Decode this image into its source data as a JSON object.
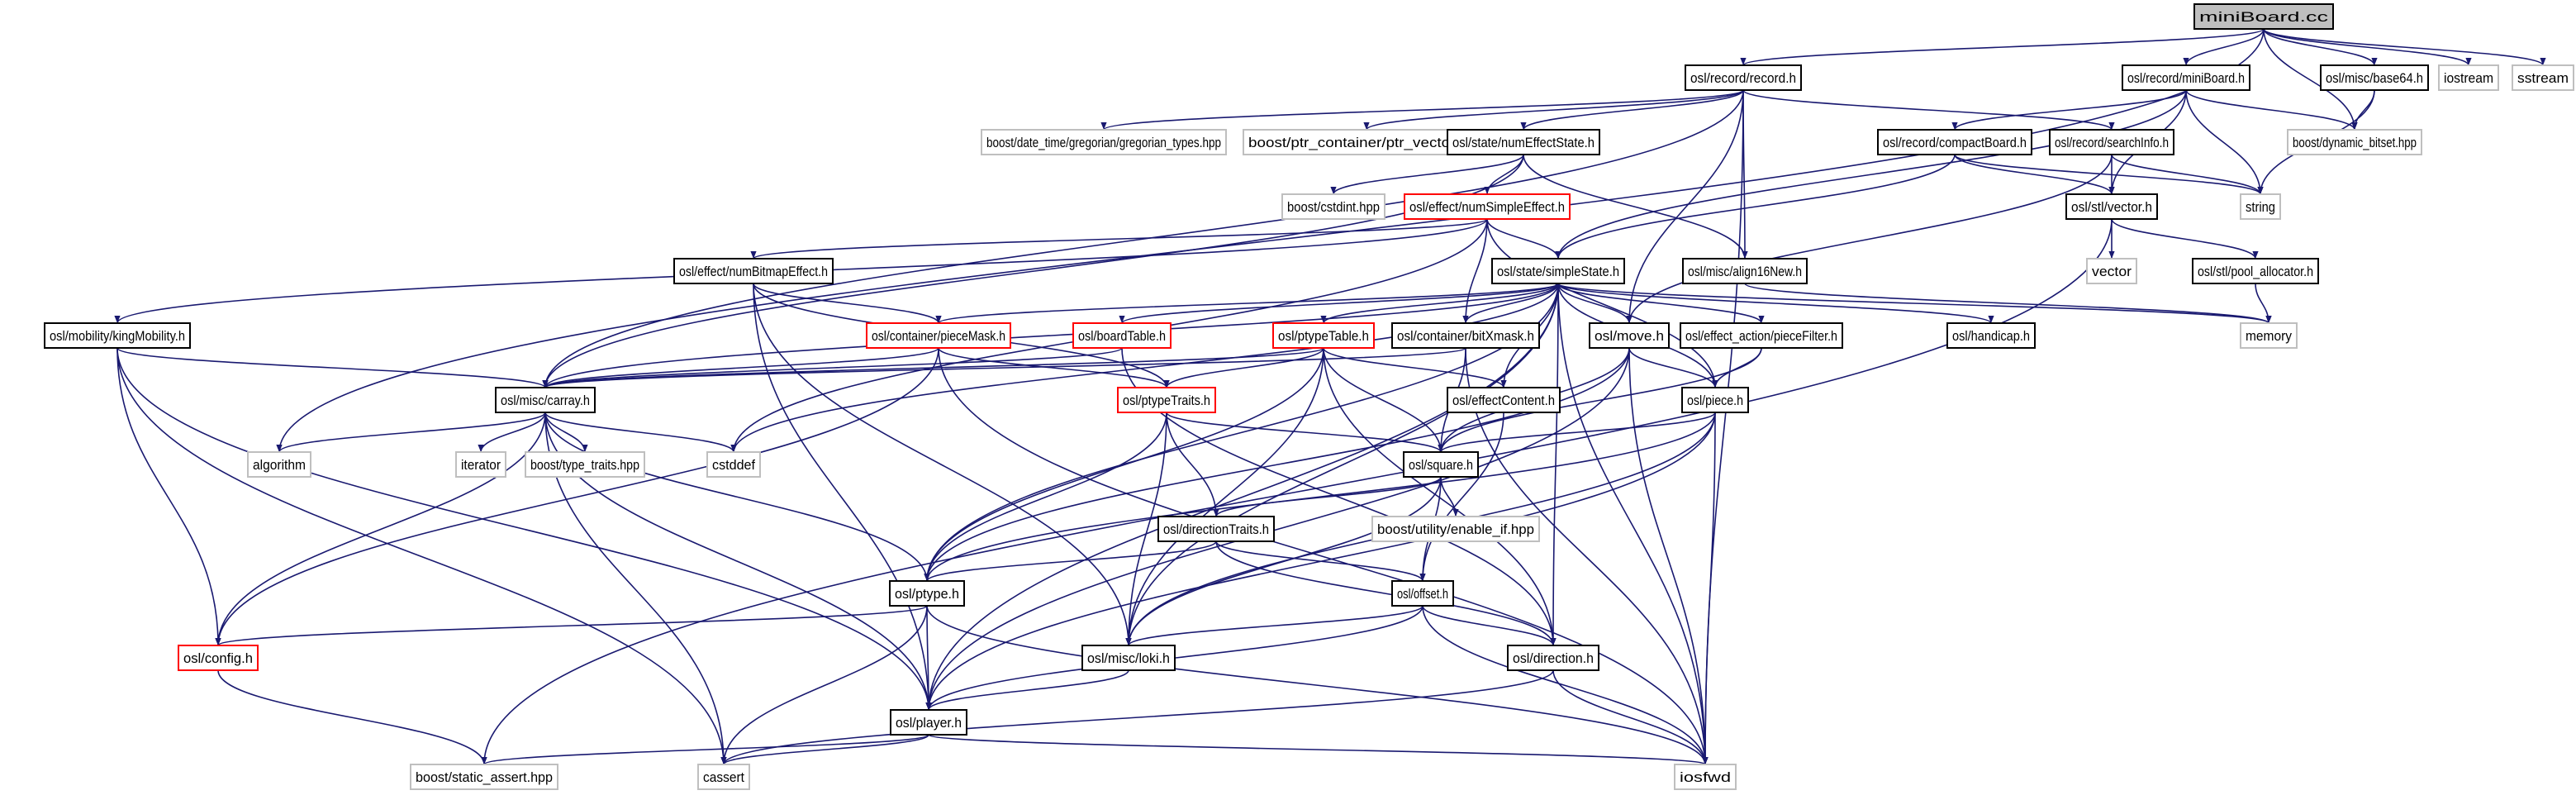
{
  "colors": {
    "edge": "#191970",
    "root_fill": "#bfbfbf",
    "internal_border": "#000000",
    "external_border": "#bfbfbf",
    "truncated_border": "#ff0000"
  },
  "nodes": [
    {
      "id": "root",
      "label": "miniBoard.cc",
      "kind": "root"
    },
    {
      "id": "record",
      "label": "osl/record/record.h",
      "kind": "internal"
    },
    {
      "id": "miniBoardh",
      "label": "osl/record/miniBoard.h",
      "kind": "internal"
    },
    {
      "id": "base64",
      "label": "osl/misc/base64.h",
      "kind": "internal"
    },
    {
      "id": "iostream",
      "label": "iostream",
      "kind": "external"
    },
    {
      "id": "sstream",
      "label": "sstream",
      "kind": "external"
    },
    {
      "id": "greg",
      "label": "boost/date_time/gregorian/gregorian_types.hpp",
      "kind": "external"
    },
    {
      "id": "ptrvec",
      "label": "boost/ptr_container/ptr_vector.hpp",
      "kind": "external"
    },
    {
      "id": "numEffectState",
      "label": "osl/state/numEffectState.h",
      "kind": "internal"
    },
    {
      "id": "compactBoard",
      "label": "osl/record/compactBoard.h",
      "kind": "internal"
    },
    {
      "id": "searchInfo",
      "label": "osl/record/searchInfo.h",
      "kind": "internal"
    },
    {
      "id": "dynbitset",
      "label": "boost/dynamic_bitset.hpp",
      "kind": "external"
    },
    {
      "id": "cstdint",
      "label": "boost/cstdint.hpp",
      "kind": "external"
    },
    {
      "id": "numSimpleEffect",
      "label": "osl/effect/numSimpleEffect.h",
      "kind": "truncated"
    },
    {
      "id": "vectorh",
      "label": "osl/stl/vector.h",
      "kind": "internal"
    },
    {
      "id": "string",
      "label": "string",
      "kind": "external"
    },
    {
      "id": "numBitmapEffect",
      "label": "osl/effect/numBitmapEffect.h",
      "kind": "internal"
    },
    {
      "id": "simpleState",
      "label": "osl/state/simpleState.h",
      "kind": "internal"
    },
    {
      "id": "align16New",
      "label": "osl/misc/align16New.h",
      "kind": "internal"
    },
    {
      "id": "vector",
      "label": "vector",
      "kind": "external"
    },
    {
      "id": "pool",
      "label": "osl/stl/pool_allocator.h",
      "kind": "internal"
    },
    {
      "id": "kingMobility",
      "label": "osl/mobility/kingMobility.h",
      "kind": "internal"
    },
    {
      "id": "pieceMask",
      "label": "osl/container/pieceMask.h",
      "kind": "truncated"
    },
    {
      "id": "boardTable",
      "label": "osl/boardTable.h",
      "kind": "truncated"
    },
    {
      "id": "ptypeTable",
      "label": "osl/ptypeTable.h",
      "kind": "truncated"
    },
    {
      "id": "bitXmask",
      "label": "osl/container/bitXmask.h",
      "kind": "internal"
    },
    {
      "id": "move",
      "label": "osl/move.h",
      "kind": "internal"
    },
    {
      "id": "pieceFilter",
      "label": "osl/effect_action/pieceFilter.h",
      "kind": "internal"
    },
    {
      "id": "handicap",
      "label": "osl/handicap.h",
      "kind": "internal"
    },
    {
      "id": "memory",
      "label": "memory",
      "kind": "external"
    },
    {
      "id": "carray",
      "label": "osl/misc/carray.h",
      "kind": "internal"
    },
    {
      "id": "ptypeTraits",
      "label": "osl/ptypeTraits.h",
      "kind": "truncated"
    },
    {
      "id": "effectContent",
      "label": "osl/effectContent.h",
      "kind": "internal"
    },
    {
      "id": "piece",
      "label": "osl/piece.h",
      "kind": "internal"
    },
    {
      "id": "algorithm",
      "label": "algorithm",
      "kind": "external"
    },
    {
      "id": "iterator",
      "label": "iterator",
      "kind": "external"
    },
    {
      "id": "typetraits",
      "label": "boost/type_traits.hpp",
      "kind": "external"
    },
    {
      "id": "cstddef",
      "label": "cstddef",
      "kind": "external"
    },
    {
      "id": "square",
      "label": "osl/square.h",
      "kind": "internal"
    },
    {
      "id": "enableif",
      "label": "boost/utility/enable_if.hpp",
      "kind": "external"
    },
    {
      "id": "directionTraits",
      "label": "osl/directionTraits.h",
      "kind": "internal"
    },
    {
      "id": "ptype",
      "label": "osl/ptype.h",
      "kind": "internal"
    },
    {
      "id": "offset",
      "label": "osl/offset.h",
      "kind": "internal"
    },
    {
      "id": "config",
      "label": "osl/config.h",
      "kind": "truncated"
    },
    {
      "id": "loki",
      "label": "osl/misc/loki.h",
      "kind": "internal"
    },
    {
      "id": "direction",
      "label": "osl/direction.h",
      "kind": "internal"
    },
    {
      "id": "player",
      "label": "osl/player.h",
      "kind": "internal"
    },
    {
      "id": "staticassert",
      "label": "boost/static_assert.hpp",
      "kind": "external"
    },
    {
      "id": "cassert",
      "label": "cassert",
      "kind": "external"
    },
    {
      "id": "iosfwd",
      "label": "iosfwd",
      "kind": "external"
    }
  ],
  "edges": [
    [
      "root",
      "record"
    ],
    [
      "root",
      "miniBoardh"
    ],
    [
      "root",
      "base64"
    ],
    [
      "root",
      "iostream"
    ],
    [
      "root",
      "sstream"
    ],
    [
      "root",
      "dynbitset"
    ],
    [
      "root",
      "algorithm"
    ],
    [
      "record",
      "greg"
    ],
    [
      "record",
      "ptrvec"
    ],
    [
      "record",
      "numEffectState"
    ],
    [
      "record",
      "searchInfo"
    ],
    [
      "record",
      "align16New"
    ],
    [
      "record",
      "iosfwd"
    ],
    [
      "record",
      "carray"
    ],
    [
      "record",
      "move"
    ],
    [
      "miniBoardh",
      "compactBoard"
    ],
    [
      "miniBoardh",
      "dynbitset"
    ],
    [
      "miniBoardh",
      "string"
    ],
    [
      "miniBoardh",
      "vectorh"
    ],
    [
      "miniBoardh",
      "simpleState"
    ],
    [
      "base64",
      "dynbitset"
    ],
    [
      "base64",
      "string"
    ],
    [
      "numEffectState",
      "cstdint"
    ],
    [
      "numEffectState",
      "numSimpleEffect"
    ],
    [
      "numEffectState",
      "align16New"
    ],
    [
      "numEffectState",
      "carray"
    ],
    [
      "compactBoard",
      "simpleState"
    ],
    [
      "compactBoard",
      "vectorh"
    ],
    [
      "compactBoard",
      "string"
    ],
    [
      "searchInfo",
      "vectorh"
    ],
    [
      "searchInfo",
      "string"
    ],
    [
      "searchInfo",
      "move"
    ],
    [
      "numSimpleEffect",
      "simpleState"
    ],
    [
      "numSimpleEffect",
      "numBitmapEffect"
    ],
    [
      "numSimpleEffect",
      "bitXmask"
    ],
    [
      "numSimpleEffect",
      "kingMobility"
    ],
    [
      "numSimpleEffect",
      "piece"
    ],
    [
      "numSimpleEffect",
      "cstddef"
    ],
    [
      "vectorh",
      "vector"
    ],
    [
      "vectorh",
      "pool"
    ],
    [
      "vectorh",
      "staticassert"
    ],
    [
      "pool",
      "memory"
    ],
    [
      "numBitmapEffect",
      "pieceMask"
    ],
    [
      "numBitmapEffect",
      "ptypeTraits"
    ],
    [
      "numBitmapEffect",
      "player"
    ],
    [
      "numBitmapEffect",
      "loki"
    ],
    [
      "simpleState",
      "carray"
    ],
    [
      "simpleState",
      "pieceMask"
    ],
    [
      "simpleState",
      "boardTable"
    ],
    [
      "simpleState",
      "ptypeTable"
    ],
    [
      "simpleState",
      "bitXmask"
    ],
    [
      "simpleState",
      "move"
    ],
    [
      "simpleState",
      "pieceFilter"
    ],
    [
      "simpleState",
      "handicap"
    ],
    [
      "simpleState",
      "memory"
    ],
    [
      "simpleState",
      "piece"
    ],
    [
      "simpleState",
      "effectContent"
    ],
    [
      "simpleState",
      "ptype"
    ],
    [
      "simpleState",
      "loki"
    ],
    [
      "simpleState",
      "iosfwd"
    ],
    [
      "simpleState",
      "direction"
    ],
    [
      "simpleState",
      "player"
    ],
    [
      "simpleState",
      "cstddef"
    ],
    [
      "align16New",
      "memory"
    ],
    [
      "kingMobility",
      "carray"
    ],
    [
      "kingMobility",
      "config"
    ],
    [
      "kingMobility",
      "player"
    ],
    [
      "kingMobility",
      "cassert"
    ],
    [
      "pieceMask",
      "carray"
    ],
    [
      "pieceMask",
      "ptypeTraits"
    ],
    [
      "pieceMask",
      "config"
    ],
    [
      "pieceMask",
      "iosfwd"
    ],
    [
      "boardTable",
      "carray"
    ],
    [
      "boardTable",
      "direction"
    ],
    [
      "ptypeTable",
      "carray"
    ],
    [
      "ptypeTable",
      "ptypeTraits"
    ],
    [
      "ptypeTable",
      "effectContent"
    ],
    [
      "ptypeTable",
      "square"
    ],
    [
      "ptypeTable",
      "ptype"
    ],
    [
      "ptypeTable",
      "direction"
    ],
    [
      "ptypeTable",
      "loki"
    ],
    [
      "bitXmask",
      "square"
    ],
    [
      "bitXmask",
      "iosfwd"
    ],
    [
      "bitXmask",
      "carray"
    ],
    [
      "move",
      "piece"
    ],
    [
      "move",
      "square"
    ],
    [
      "move",
      "ptype"
    ],
    [
      "move",
      "player"
    ],
    [
      "move",
      "iosfwd"
    ],
    [
      "pieceFilter",
      "piece"
    ],
    [
      "pieceFilter",
      "square"
    ],
    [
      "piece",
      "square"
    ],
    [
      "piece",
      "ptype"
    ],
    [
      "piece",
      "player"
    ],
    [
      "piece",
      "iosfwd"
    ],
    [
      "piece",
      "loki"
    ],
    [
      "carray",
      "algorithm"
    ],
    [
      "carray",
      "iterator"
    ],
    [
      "carray",
      "typetraits"
    ],
    [
      "carray",
      "cstddef"
    ],
    [
      "carray",
      "config"
    ],
    [
      "carray",
      "ptype"
    ],
    [
      "carray",
      "player"
    ],
    [
      "carray",
      "cassert"
    ],
    [
      "ptypeTraits",
      "square"
    ],
    [
      "ptypeTraits",
      "directionTraits"
    ],
    [
      "ptypeTraits",
      "ptype"
    ],
    [
      "ptypeTraits",
      "loki"
    ],
    [
      "effectContent",
      "offset"
    ],
    [
      "square",
      "directionTraits"
    ],
    [
      "square",
      "enableif"
    ],
    [
      "square",
      "offset"
    ],
    [
      "square",
      "loki"
    ],
    [
      "directionTraits",
      "ptype"
    ],
    [
      "directionTraits",
      "offset"
    ],
    [
      "directionTraits",
      "direction"
    ],
    [
      "ptype",
      "config"
    ],
    [
      "ptype",
      "player"
    ],
    [
      "ptype",
      "cassert"
    ],
    [
      "ptype",
      "iosfwd"
    ],
    [
      "offset",
      "loki"
    ],
    [
      "offset",
      "direction"
    ],
    [
      "offset",
      "player"
    ],
    [
      "offset",
      "iosfwd"
    ],
    [
      "config",
      "staticassert"
    ],
    [
      "loki",
      "player"
    ],
    [
      "direction",
      "cassert"
    ],
    [
      "direction",
      "iosfwd"
    ],
    [
      "player",
      "staticassert"
    ],
    [
      "player",
      "cassert"
    ],
    [
      "player",
      "iosfwd"
    ]
  ]
}
